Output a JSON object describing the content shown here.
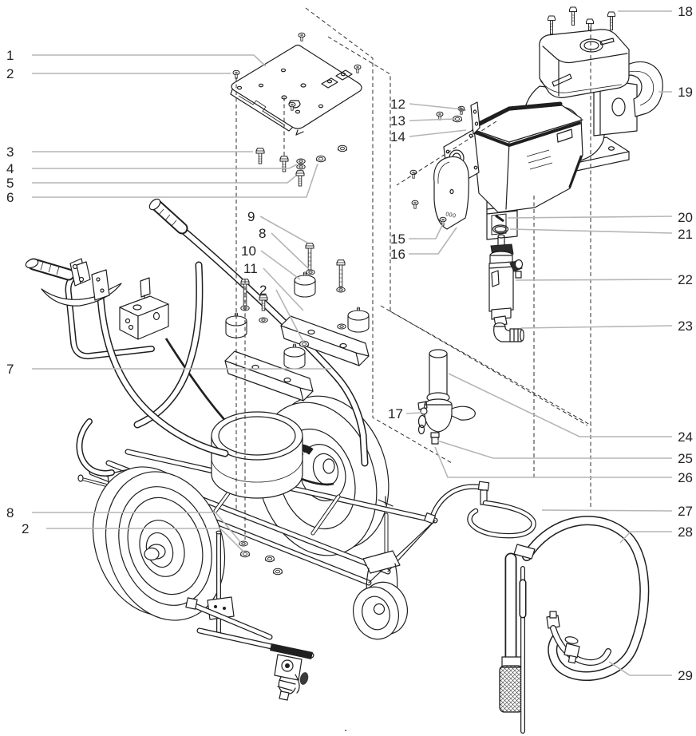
{
  "page": {
    "background": "#ffffff",
    "line_color": "#1f1f1f",
    "leader_color": "#b5b5b5",
    "label_color": "#232323",
    "bottom_mark": "."
  },
  "markings": {
    "gearbox_cover": "000"
  },
  "callouts": [
    {
      "label": "1"
    },
    {
      "label": "2"
    },
    {
      "label": "3"
    },
    {
      "label": "4"
    },
    {
      "label": "5"
    },
    {
      "label": "6"
    },
    {
      "label": "7"
    },
    {
      "label": "8"
    },
    {
      "label": "2"
    },
    {
      "label": "9"
    },
    {
      "label": "8"
    },
    {
      "label": "10"
    },
    {
      "label": "11"
    },
    {
      "label": "2"
    },
    {
      "label": "12"
    },
    {
      "label": "13"
    },
    {
      "label": "14"
    },
    {
      "label": "15"
    },
    {
      "label": "16"
    },
    {
      "label": "17"
    },
    {
      "label": "18"
    },
    {
      "label": "19"
    },
    {
      "label": "20"
    },
    {
      "label": "21"
    },
    {
      "label": "22"
    },
    {
      "label": "23"
    },
    {
      "label": "24"
    },
    {
      "label": "25"
    },
    {
      "label": "26"
    },
    {
      "label": "27"
    },
    {
      "label": "28"
    },
    {
      "label": "29"
    }
  ]
}
